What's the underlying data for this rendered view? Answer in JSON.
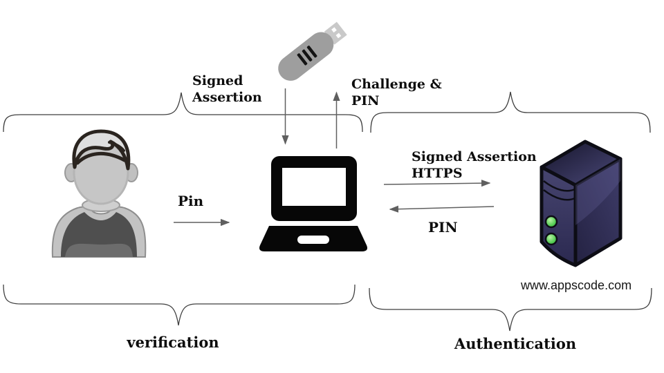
{
  "labels": {
    "signed_assertion": {
      "line1": "Signed",
      "line2": "Assertion"
    },
    "challenge_pin": {
      "line1": "Challenge &",
      "line2": "PIN"
    },
    "user_pin": "Pin",
    "https_assertion": {
      "line1": "Signed Assertion",
      "line2": "HTTPS"
    },
    "server_pin": "PIN",
    "server_url": "www.appscode.com",
    "left_phase": "verification",
    "right_phase": "Authentication"
  },
  "icons": {
    "user": "user-avatar-icon",
    "laptop": "laptop-icon",
    "usb_key": "usb-security-key-icon",
    "server": "server-tower-icon"
  },
  "colors": {
    "background": "#ffffff",
    "text": "#0d0d0d",
    "arrow": "#5f5f5f",
    "brace": "#3f3f3f",
    "laptop_black": "#070707",
    "usb_body": "#9e9e9e",
    "usb_connector": "#c9c9c9",
    "server_front": "#403e68",
    "server_side": "#282545",
    "server_top": "#1d1c36",
    "server_outline": "#0d0d15",
    "led_green": "#4ed24e",
    "avatar_light": "#c6c6c6",
    "avatar_dark": "#4f4f4f",
    "hair_outline": "#2a241f"
  }
}
